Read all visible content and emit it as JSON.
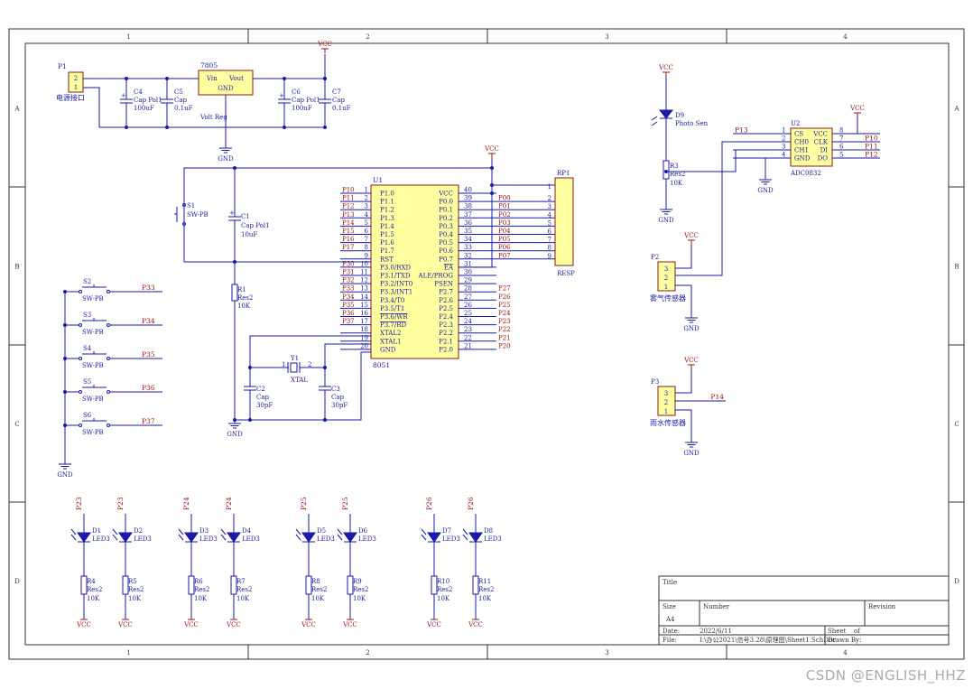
{
  "sheet": {
    "col_labels": [
      "1",
      "2",
      "3",
      "4"
    ],
    "row_labels": [
      "A",
      "B",
      "C",
      "D"
    ],
    "title_block": {
      "title_label": "Title",
      "size_label": "Size",
      "size_value": "A4",
      "number_label": "Number",
      "revision_label": "Revision",
      "date_label": "Date:",
      "date_value": "2022/6/11",
      "file_label": "File:",
      "file_value": "I:\\办公2021\\信号3.28\\原理图\\Sheet1.SchDoc",
      "sheet_label": "Sheet",
      "of_label": "of",
      "drawn_label": "Drawn By:"
    }
  },
  "power": {
    "p1": {
      "ref": "P1",
      "label": "电源接口",
      "pin1": "1",
      "pin2": "2"
    },
    "reg": {
      "ref": "7805",
      "vin": "Vin",
      "vout": "Vout",
      "gnd": "GND",
      "name": "Volt Reg"
    },
    "c4": {
      "ref": "C4",
      "type": "Cap Pol1",
      "value": "100uF"
    },
    "c5": {
      "ref": "C5",
      "type": "Cap",
      "value": "0.1uF"
    },
    "c6": {
      "ref": "C6",
      "type": "Cap Pol1",
      "value": "100uF"
    },
    "c7": {
      "ref": "C7",
      "type": "Cap",
      "value": "0.1uF"
    },
    "vcc": "VCC",
    "gnd": "GND"
  },
  "mcu": {
    "ref": "U1",
    "name": "8051",
    "left_pins": [
      {
        "net": "P10",
        "num": "1",
        "name": "P1.0"
      },
      {
        "net": "P11",
        "num": "2",
        "name": "P1.1"
      },
      {
        "net": "P12",
        "num": "3",
        "name": "P1.2"
      },
      {
        "net": "P13",
        "num": "4",
        "name": "P1.3"
      },
      {
        "net": "P14",
        "num": "5",
        "name": "P1.4"
      },
      {
        "net": "P15",
        "num": "6",
        "name": "P1.5"
      },
      {
        "net": "P16",
        "num": "7",
        "name": "P1.6"
      },
      {
        "net": "P17",
        "num": "8",
        "name": "P1.7"
      },
      {
        "net": "",
        "num": "9",
        "name": "RST"
      },
      {
        "net": "P30",
        "num": "10",
        "name": "P3.0/RXD"
      },
      {
        "net": "P31",
        "num": "11",
        "name": "P3.1/TXD"
      },
      {
        "net": "P32",
        "num": "12",
        "name": "P3.2/INT0"
      },
      {
        "net": "P33",
        "num": "13",
        "name": "P3.3/INT1"
      },
      {
        "net": "P34",
        "num": "14",
        "name": "P3.4/T0"
      },
      {
        "net": "P35",
        "num": "15",
        "name": "P3.5/T1"
      },
      {
        "net": "P36",
        "num": "16",
        "name": "P3.6/WR"
      },
      {
        "net": "P37",
        "num": "17",
        "name": "P3.7/RD"
      },
      {
        "net": "",
        "num": "18",
        "name": "XTAL2"
      },
      {
        "net": "",
        "num": "19",
        "name": "XTAL1"
      },
      {
        "net": "",
        "num": "20",
        "name": "GND"
      }
    ],
    "right_pins": [
      {
        "net": "",
        "num": "40",
        "name": "VCC"
      },
      {
        "net": "P00",
        "num": "39",
        "name": "P0.0"
      },
      {
        "net": "P01",
        "num": "38",
        "name": "P0.1"
      },
      {
        "net": "P02",
        "num": "37",
        "name": "P0.2"
      },
      {
        "net": "P03",
        "num": "36",
        "name": "P0.3"
      },
      {
        "net": "P04",
        "num": "35",
        "name": "P0.4"
      },
      {
        "net": "P05",
        "num": "34",
        "name": "P0.5"
      },
      {
        "net": "P06",
        "num": "33",
        "name": "P0.6"
      },
      {
        "net": "P07",
        "num": "32",
        "name": "P0.7"
      },
      {
        "net": "",
        "num": "31",
        "name": "EA"
      },
      {
        "net": "",
        "num": "30",
        "name": "ALE/PROG"
      },
      {
        "net": "",
        "num": "29",
        "name": "PSEN"
      },
      {
        "net": "P27",
        "num": "28",
        "name": "P2.7"
      },
      {
        "net": "P26",
        "num": "27",
        "name": "P2.6"
      },
      {
        "net": "P25",
        "num": "26",
        "name": "P2.5"
      },
      {
        "net": "P24",
        "num": "25",
        "name": "P2.4"
      },
      {
        "net": "P23",
        "num": "24",
        "name": "P2.3"
      },
      {
        "net": "P22",
        "num": "23",
        "name": "P2.2"
      },
      {
        "net": "P21",
        "num": "22",
        "name": "P2.1"
      },
      {
        "net": "P20",
        "num": "21",
        "name": "P2.0"
      }
    ]
  },
  "reset": {
    "s1": {
      "ref": "S1",
      "type": "SW-PB"
    },
    "c1": {
      "ref": "C1",
      "type": "Cap Pol1",
      "value": "10uF"
    },
    "r1": {
      "ref": "R1",
      "type": "Res2",
      "value": "10K"
    }
  },
  "crystal": {
    "y1": {
      "ref": "Y1",
      "type": "XTAL",
      "pin1": "1",
      "pin2": "2"
    },
    "c2": {
      "ref": "C2",
      "type": "Cap",
      "value": "30pF"
    },
    "c3": {
      "ref": "C3",
      "type": "Cap",
      "value": "30pF"
    }
  },
  "rp1": {
    "ref": "RP1",
    "name": "RESP",
    "pins": [
      "1",
      "2",
      "3",
      "4",
      "5",
      "6",
      "7",
      "8",
      "9"
    ]
  },
  "buttons": [
    {
      "ref": "S2",
      "type": "SW-PB",
      "net": "P33"
    },
    {
      "ref": "S3",
      "type": "SW-PB",
      "net": "P34"
    },
    {
      "ref": "S4",
      "type": "SW-PB",
      "net": "P35"
    },
    {
      "ref": "S5",
      "type": "SW-PB",
      "net": "P36"
    },
    {
      "ref": "S6",
      "type": "SW-PB",
      "net": "P37"
    }
  ],
  "adc": {
    "ref": "U2",
    "name": "ADC0832",
    "left_pins": [
      {
        "num": "1",
        "name": "CS",
        "net": "P13"
      },
      {
        "num": "2",
        "name": "CH0",
        "net": ""
      },
      {
        "num": "3",
        "name": "CH1",
        "net": ""
      },
      {
        "num": "4",
        "name": "GND",
        "net": ""
      }
    ],
    "right_pins": [
      {
        "num": "8",
        "name": "VCC",
        "net": ""
      },
      {
        "num": "7",
        "name": "CLK",
        "net": "P10"
      },
      {
        "num": "6",
        "name": "DI",
        "net": "P11"
      },
      {
        "num": "5",
        "name": "DO",
        "net": "P12"
      }
    ]
  },
  "photo": {
    "d9": {
      "ref": "D9",
      "type": "Photo Sen"
    },
    "r3": {
      "ref": "R3",
      "type": "Res2",
      "value": "10K"
    }
  },
  "sensors": [
    {
      "ref": "P2",
      "label": "雾气传感器",
      "pins": [
        "3",
        "2",
        "1"
      ],
      "net": ""
    },
    {
      "ref": "P3",
      "label": "雨水传感器",
      "pins": [
        "3",
        "2",
        "1"
      ],
      "net": "P14"
    }
  ],
  "leds": [
    {
      "ref": "D1",
      "type": "LED3",
      "net": "P23",
      "r_ref": "R4",
      "r_type": "Res2",
      "r_value": "10K"
    },
    {
      "ref": "D2",
      "type": "LED3",
      "net": "P23",
      "r_ref": "R5",
      "r_type": "Res2",
      "r_value": "10K"
    },
    {
      "ref": "D3",
      "type": "LED3",
      "net": "P24",
      "r_ref": "R6",
      "r_type": "Res2",
      "r_value": "10K"
    },
    {
      "ref": "D4",
      "type": "LED3",
      "net": "P24",
      "r_ref": "R7",
      "r_type": "Res2",
      "r_value": "10K"
    },
    {
      "ref": "D5",
      "type": "LED3",
      "net": "P25",
      "r_ref": "R8",
      "r_type": "Res2",
      "r_value": "10K"
    },
    {
      "ref": "D6",
      "type": "LED3",
      "net": "P25",
      "r_ref": "R9",
      "r_type": "Res2",
      "r_value": "10K"
    },
    {
      "ref": "D7",
      "type": "LED3",
      "net": "P26",
      "r_ref": "R10",
      "r_type": "Res2",
      "r_value": "10K"
    },
    {
      "ref": "D8",
      "type": "LED3",
      "net": "P26",
      "r_ref": "R11",
      "r_type": "Res2",
      "r_value": "10K"
    }
  ],
  "watermark": "CSDN @ENGLISH_HHZ",
  "colors": {
    "wire": "#1a1aa8",
    "net_label": "#a01010",
    "component_fill": "#ffffa0",
    "component_stroke": "#8b1a1a",
    "frame": "#333333"
  }
}
